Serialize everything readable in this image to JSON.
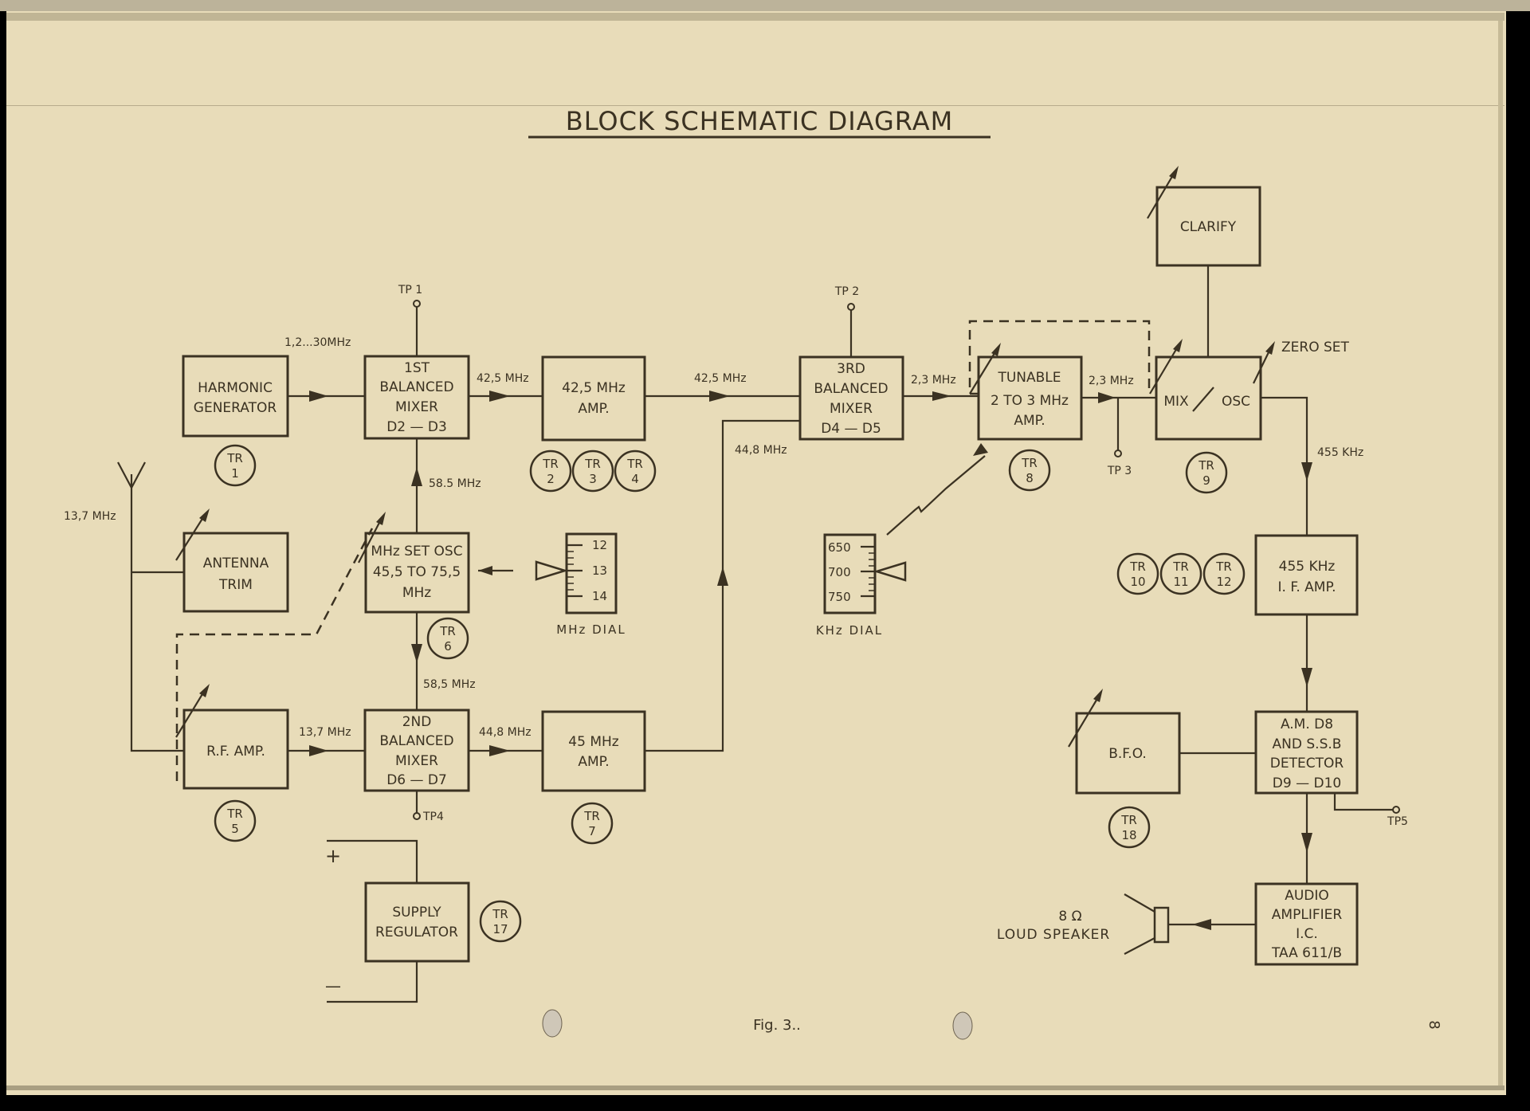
{
  "title": "BLOCK SCHEMATIC DIAGRAM",
  "figure_caption": "Fig. 3..",
  "page_number": "8",
  "blocks": {
    "harmonic_generator": [
      "HARMONIC",
      "GENERATOR"
    ],
    "mixer1": [
      "1ST",
      "BALANCED",
      "MIXER",
      "D2 — D3"
    ],
    "amp425": [
      "42,5  MHz",
      "AMP."
    ],
    "mixer3": [
      "3RD",
      "BALANCED",
      "MIXER",
      "D4 — D5"
    ],
    "tunable": [
      "TUNABLE",
      "2 TO 3 MHz",
      "AMP."
    ],
    "mixosc": [
      "MIX",
      "OSC"
    ],
    "clarify": [
      "CLARIFY"
    ],
    "antenna_trim": [
      "ANTENNA",
      "TRIM"
    ],
    "mhz_set_osc": [
      "MHz SET OSC",
      "45,5 TO 75,5",
      "MHz"
    ],
    "rf_amp": [
      "R.F. AMP."
    ],
    "mixer2": [
      "2ND",
      "BALANCED",
      "MIXER",
      "D6 — D7"
    ],
    "amp45": [
      "45   MHz",
      "AMP."
    ],
    "if_amp": [
      "455  KHz",
      "I. F. AMP."
    ],
    "bfo": [
      "B.F.O."
    ],
    "detector": [
      "A.M. D8",
      "AND S.S.B",
      "DETECTOR",
      "D9 — D10"
    ],
    "audio_amp": [
      "AUDIO",
      "AMPLIFIER",
      "I.C.",
      "TAA 611/B"
    ],
    "supply_regulator": [
      "SUPPLY",
      "REGULATOR"
    ]
  },
  "transistors": {
    "tr1": [
      "TR",
      "1"
    ],
    "tr2": [
      "TR",
      "2"
    ],
    "tr3": [
      "TR",
      "3"
    ],
    "tr4": [
      "TR",
      "4"
    ],
    "tr5": [
      "TR",
      "5"
    ],
    "tr6": [
      "TR",
      "6"
    ],
    "tr7": [
      "TR",
      "7"
    ],
    "tr8": [
      "TR",
      "8"
    ],
    "tr9": [
      "TR",
      "9"
    ],
    "tr10": [
      "TR",
      "10"
    ],
    "tr11": [
      "TR",
      "11"
    ],
    "tr12": [
      "TR",
      "12"
    ],
    "tr17": [
      "TR",
      "17"
    ],
    "tr18": [
      "TR",
      "18"
    ]
  },
  "test_points": {
    "tp1": "TP 1",
    "tp2": "TP 2",
    "tp3": "TP 3",
    "tp4": "TP4",
    "tp5": "TP5"
  },
  "signals": {
    "harmonics": "1,2...30MHz",
    "f425_a": "42,5 MHz",
    "f425_b": "42,5 MHz",
    "f23_a": "2,3 MHz",
    "f23_b": "2,3 MHz",
    "f448_a": "44,8 MHz",
    "f448_b": "44,8 MHz",
    "f585_a": "58.5 MHz",
    "f585_b": "58,5 MHz",
    "f137_ant": "13,7 MHz",
    "f137_rf": "13,7 MHz",
    "f455": "455 KHz",
    "zero_set": "ZERO SET"
  },
  "dials": {
    "mhz": {
      "label": "MHz  DIAL",
      "ticks": [
        "12",
        "13",
        "14"
      ]
    },
    "khz": {
      "label": "KHz  DIAL",
      "ticks": [
        "650",
        "700",
        "750"
      ]
    }
  },
  "speaker": {
    "impedance": "8 Ω",
    "label": "LOUD  SPEAKER"
  },
  "supply": {
    "plus": "+",
    "minus": "—"
  }
}
